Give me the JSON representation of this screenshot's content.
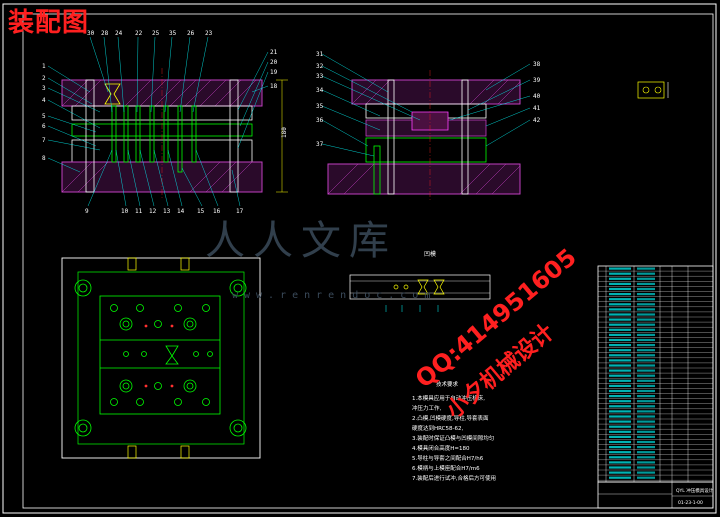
{
  "drawing": {
    "title": "装配图",
    "watermark_main": "人人文库",
    "watermark_url": "www.renrendoc.com",
    "qq_text": "QQ:414951605",
    "qq_sub": "小夕机械设计",
    "view_label_strip": "凹模",
    "notes_title": "技术要求",
    "notes": [
      "1.本模具应用于自动冲压机床,",
      "   冲压力工作,",
      "2.凸模,凹模硬度,导柱,导套表面",
      "   硬度达到HRC58-62,",
      "3.装配时保证凸模与凹模间隙均匀",
      "4.模具闭合高度H=180",
      "5.导柱与导套之间配合H7/h6",
      "6.模柄与上模座配合H7/m6",
      "7.装配后进行试冲,合格后方可使用"
    ],
    "left_callouts_top": [
      "30",
      "28",
      "24",
      "22",
      "25",
      "35",
      "26",
      "23"
    ],
    "left_callouts_side": [
      "1",
      "2",
      "3",
      "4",
      "5",
      "6",
      "7",
      "8"
    ],
    "left_callouts_right": [
      "21",
      "20",
      "19",
      "18"
    ],
    "left_callouts_bottom": [
      "9",
      "10",
      "11",
      "12",
      "13",
      "14",
      "15",
      "16",
      "17"
    ],
    "right_callouts_left": [
      "31",
      "32",
      "33",
      "34",
      "35",
      "36",
      "37"
    ],
    "right_callouts_right": [
      "38",
      "39",
      "40",
      "41",
      "42"
    ],
    "dimension_label": "180",
    "title_block_text": "QYL 冲压模具设计",
    "drawing_number": "01-23-1-00"
  },
  "colors": {
    "background": "#000000",
    "outline": "#ffffff",
    "part": "#00ff00",
    "hatch": "#c03fc0",
    "dimension": "#ffff00",
    "callout": "#00ffff",
    "accent": "#ff2020"
  }
}
